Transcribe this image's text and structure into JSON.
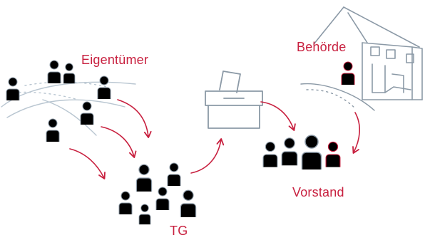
{
  "labels": {
    "owners": "Eigentümer",
    "authority": "Behörde",
    "tg": "TG",
    "board": "Vorstand"
  },
  "colors": {
    "accent": "#c8203f",
    "stroke": "#8b99a6",
    "stroke_light": "#b9c6d1"
  },
  "icons": {
    "ballot": "ballot-box-icon",
    "building": "house-icon",
    "person": "person-icon"
  }
}
